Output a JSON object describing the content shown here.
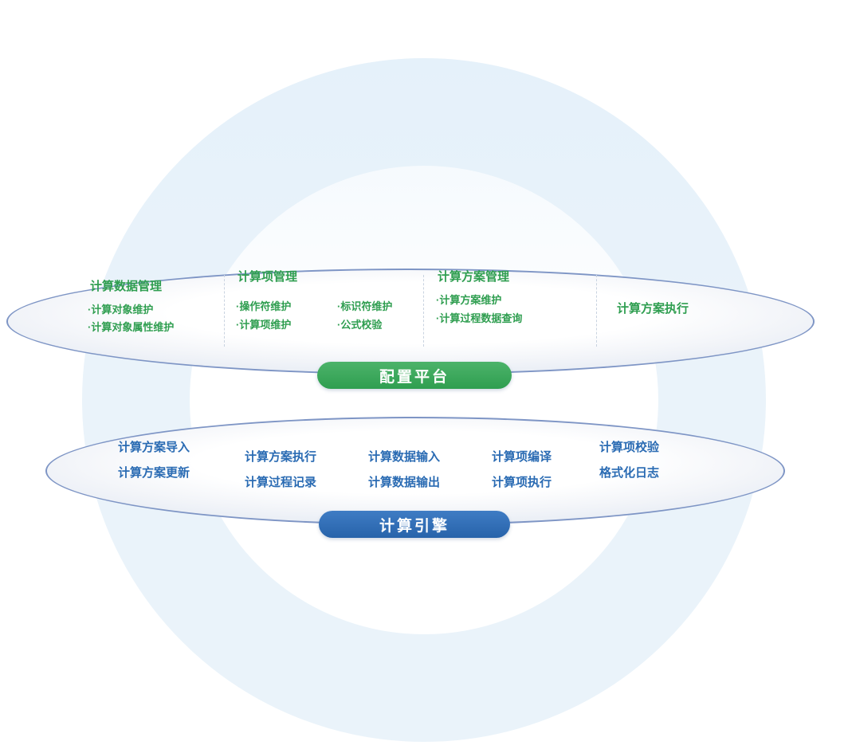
{
  "config_platform": {
    "badge_label": "配置平台",
    "sections": [
      {
        "title": "计算数据管理",
        "col1": [
          "·计算对象维护",
          "·计算对象属性维护"
        ],
        "col2": []
      },
      {
        "title": "计算项管理",
        "col1": [
          "·操作符维护",
          "·计算项维护"
        ],
        "col2": [
          "·标识符维护",
          "·公式校验"
        ]
      },
      {
        "title": "计算方案管理",
        "col1": [
          "·计算方案维护",
          "·计算过程数据查询"
        ],
        "col2": []
      },
      {
        "title": "计算方案执行",
        "col1": [],
        "col2": []
      }
    ]
  },
  "calc_engine": {
    "badge_label": "计算引擎",
    "columns": [
      {
        "items": [
          "计算方案导入",
          "计算方案更新"
        ]
      },
      {
        "items": [
          "计算方案执行",
          "计算过程记录"
        ]
      },
      {
        "items": [
          "计算数据输入",
          "计算数据输出"
        ]
      },
      {
        "items": [
          "计算项编译",
          "计算项执行"
        ]
      },
      {
        "items": [
          "计算项校验",
          "格式化日志"
        ]
      }
    ]
  },
  "colors": {
    "green_accent": "#2f9e50",
    "green_badge": "#3aa65a",
    "blue_accent": "#2a6bb3",
    "blue_badge": "#2e6db6",
    "ellipse_border": "#7e95c5",
    "ring": "#eaf3fa"
  }
}
